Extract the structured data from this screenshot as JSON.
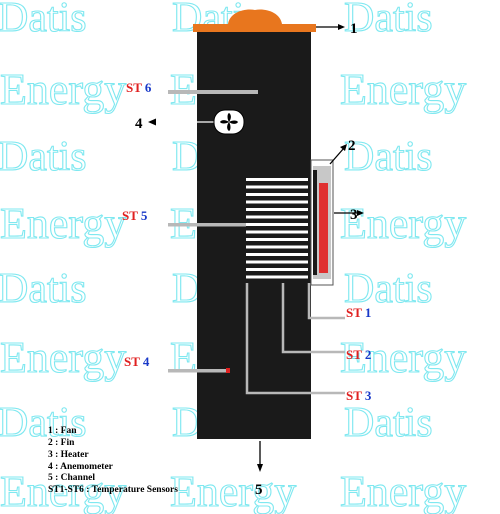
{
  "watermark": {
    "text_datis": "Datis",
    "text_energy": "Energy",
    "color": "#7fe8f0"
  },
  "callouts": {
    "c1": "1",
    "c2": "2",
    "c3": "3",
    "c4": "4",
    "c5": "5"
  },
  "sensors": {
    "st6": {
      "prefix": "ST",
      "num": " 6"
    },
    "st5": {
      "prefix": "ST",
      "num": " 5"
    },
    "st4": {
      "prefix": "ST",
      "num": " 4"
    },
    "st1": {
      "prefix": "ST",
      "num": " 1"
    },
    "st2": {
      "prefix": "ST",
      "num": " 2"
    },
    "st3": {
      "prefix": "ST",
      "num": " 3"
    }
  },
  "legend": [
    "1 : Fan",
    "2 : Fin",
    "3 : Heater",
    "4 : Anemometer",
    "5 : Channel",
    "ST1-ST6 : Temperature Sensors"
  ],
  "colors": {
    "channel": "#1a1a1a",
    "fan_cap": "#e8761e",
    "heater": "#e03030",
    "sensor_red": "#e02020",
    "sensor_blue": "#1838c8",
    "fin": "#ffffff",
    "probe": "#b8b8b8"
  }
}
